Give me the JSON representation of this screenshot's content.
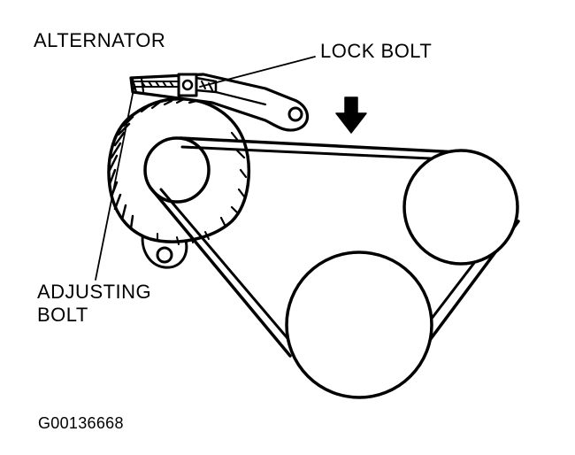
{
  "labels": {
    "alternator": "ALTERNATOR",
    "lock_bolt": "LOCK BOLT",
    "adjusting_bolt_line1": "ADJUSTING",
    "adjusting_bolt_line2": "BOLT",
    "figure_code": "G00136668"
  },
  "colors": {
    "ink": "#000000",
    "paper": "#ffffff"
  },
  "icons": {
    "belt_tension_arrow": "arrow-down-icon"
  }
}
